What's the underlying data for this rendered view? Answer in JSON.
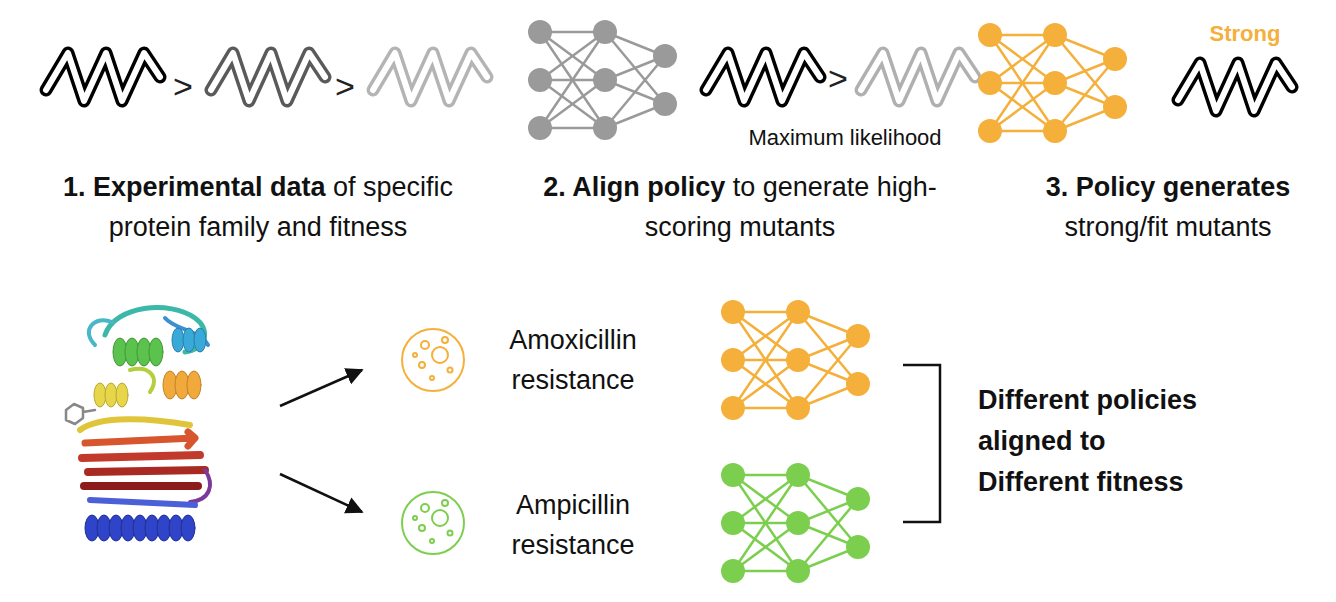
{
  "diagram": {
    "labels": [
      ">",
      ">",
      ">",
      "Maximum likelihood",
      "Strong",
      "1. Experimental data",
      "of specific protein family and fitness",
      "2. Align policy",
      "to generate high-scoring mutants",
      "3. Policy generates",
      "strong/fit mutants",
      "Amoxicillin resistance",
      "Ampicillin resistance",
      "Different policies aligned to Different fitness"
    ]
  }
}
